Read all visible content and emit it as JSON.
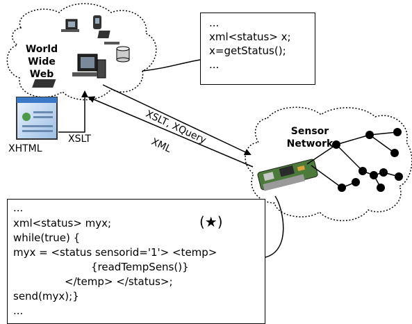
{
  "www": {
    "line1": "World",
    "line2": "Wide",
    "line3": "Web"
  },
  "sensor": {
    "line1": "Sensor",
    "line2": "Network"
  },
  "arrows": {
    "xslt_xquery": "XSLT, XQuery",
    "xml": "XML",
    "xslt": "XSLT"
  },
  "xhtml_label": "XHTML",
  "top_code": [
    "...",
    "xml<status> x;",
    "x=getStatus();",
    "..."
  ],
  "bottom_code": [
    "...",
    "xml<status> myx;",
    "while(true) {",
    "myx = <status sensorid='1'> <temp>",
    "{readTempSens()}",
    "</temp> </status>;",
    "send(myx);}",
    "..."
  ],
  "star_marker": "(★)",
  "colors": {
    "chip_green": "#4c7a3a",
    "xhtml_blue": "#3a78c8",
    "node": "#000000"
  }
}
